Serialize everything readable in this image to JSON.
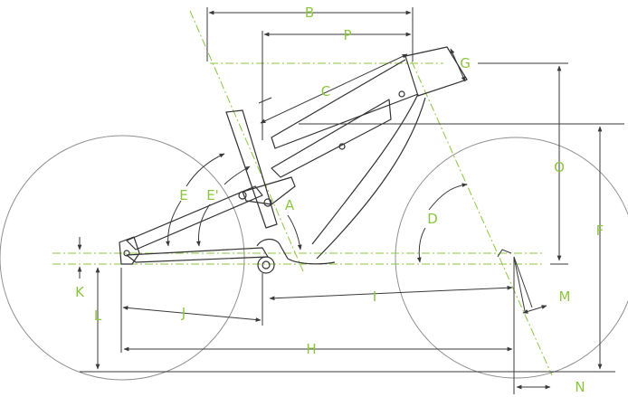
{
  "colors": {
    "label": "#8cc63f",
    "centerline": "#8cc63f",
    "frame": "#333333",
    "dim": "#3a3a3a",
    "wheel": "#808080",
    "background": "#ffffff"
  },
  "labels": {
    "A": "A",
    "B": "B",
    "C": "C",
    "D": "D",
    "E": "E",
    "E2": "E'",
    "F": "F",
    "G": "G",
    "H": "H",
    "I": "I",
    "J": "J",
    "K": "K",
    "L": "L",
    "M": "M",
    "N": "N",
    "O": "O",
    "P": "P"
  }
}
